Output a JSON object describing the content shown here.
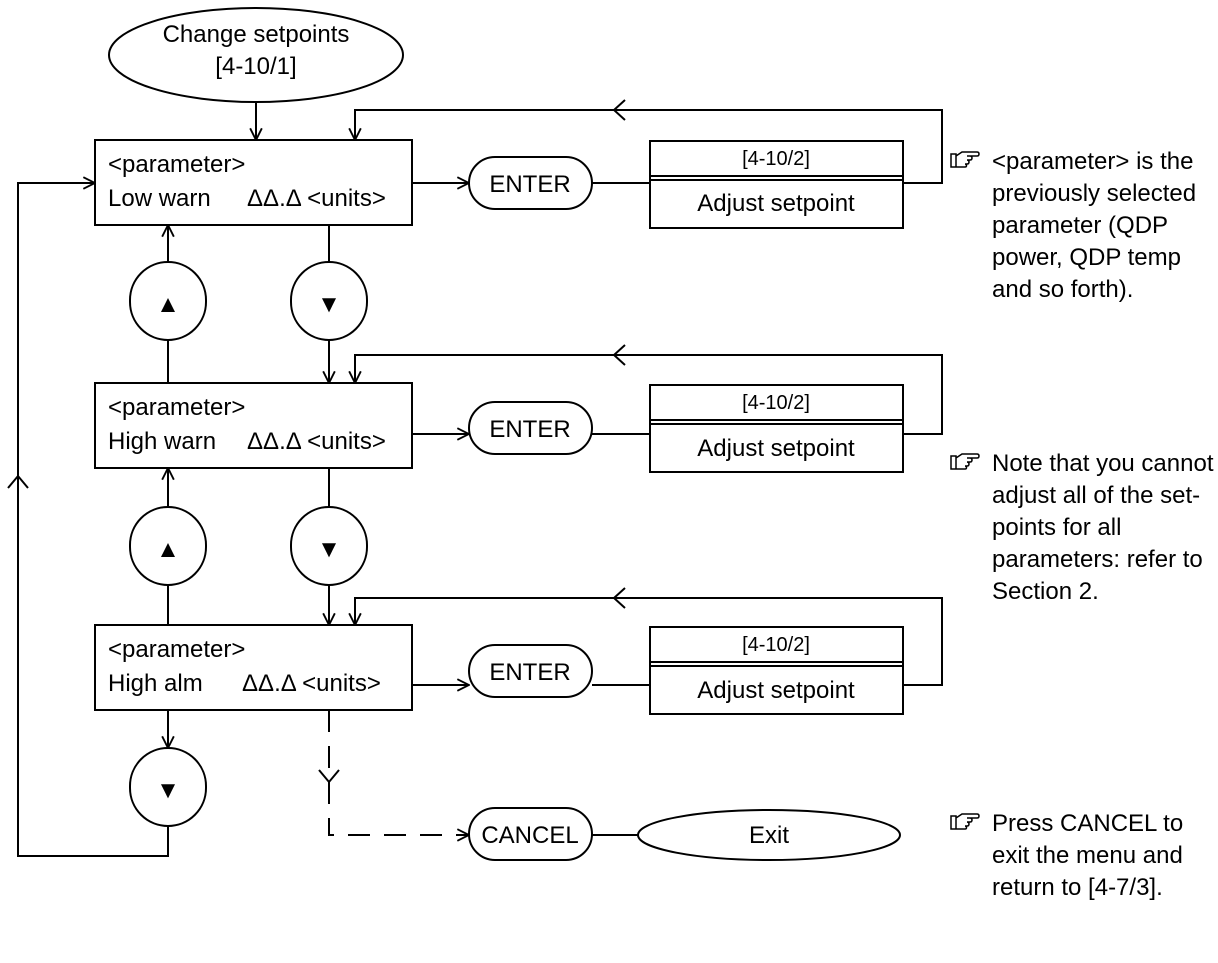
{
  "start": {
    "title": "Change setpoints",
    "code": "[4-10/1]"
  },
  "screens": [
    {
      "param": "<parameter>",
      "label": "Low warn",
      "value": "ΔΔ.Δ <units>",
      "enter": "ENTER",
      "sub_code": "[4-10/2]",
      "sub_label": "Adjust setpoint"
    },
    {
      "param": "<parameter>",
      "label": "High warn",
      "value": "ΔΔ.Δ <units>",
      "enter": "ENTER",
      "sub_code": "[4-10/2]",
      "sub_label": "Adjust setpoint"
    },
    {
      "param": "<parameter>",
      "label": "High alm",
      "value": "ΔΔ.Δ <units>",
      "enter": "ENTER",
      "sub_code": "[4-10/2]",
      "sub_label": "Adjust setpoint"
    }
  ],
  "keys": {
    "up": "▲",
    "down": "▼"
  },
  "cancel": "CANCEL",
  "exit": "Exit",
  "note_icon": "pointing-hand-icon",
  "notes": [
    "<parameter> is the previously selected parameter (QDP power, QDP temp and so forth).",
    "Note that you cannot adjust all of the set-points for all parameters: refer to Section 2.",
    "Press CANCEL to exit the menu and return to [4-7/3]."
  ]
}
